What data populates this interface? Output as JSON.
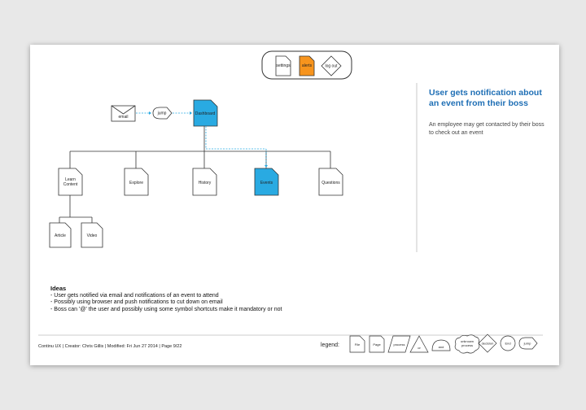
{
  "nav": {
    "settings": "settings",
    "alerts": "alerts",
    "logout": "log out"
  },
  "nodes": {
    "email": "email",
    "jump": "jump",
    "dashboard": "Dashboard",
    "learn_content_line1": "Learn",
    "learn_content_line2": "Content",
    "explore": "Explore",
    "history": "History",
    "events": "Events",
    "questions": "Questions",
    "article": "Article",
    "video": "Video"
  },
  "panel": {
    "title": "User gets notification about an event from their boss",
    "body": "An employee may get contacted by their boss to check out an event"
  },
  "ideas": {
    "title": "Ideas",
    "items": [
      "- User gets notified via email and notifications of an event to attend",
      "- Possibly using browser and push notifications to cut down on email",
      "- Boss can '@' the user and possibly using some symbol shortcuts make it mandatory or not"
    ]
  },
  "footer": {
    "text": "Continu UX |  Creator: Chris Gillis  |  Modified: Fri Jun 27 2014  |  Page 9/22"
  },
  "legend": {
    "label": "legend:",
    "items": {
      "file": "File",
      "page": "Page",
      "process": "process",
      "or": "or",
      "and": "and",
      "unknown_line1": "unknown",
      "unknown_line2": "process",
      "decision": "decision",
      "end": "End",
      "jump": "jump"
    }
  },
  "colors": {
    "accent_blue": "#29aae2",
    "accent_orange": "#f7941d",
    "panel_title": "#1f6fb5",
    "line": "#333333"
  }
}
